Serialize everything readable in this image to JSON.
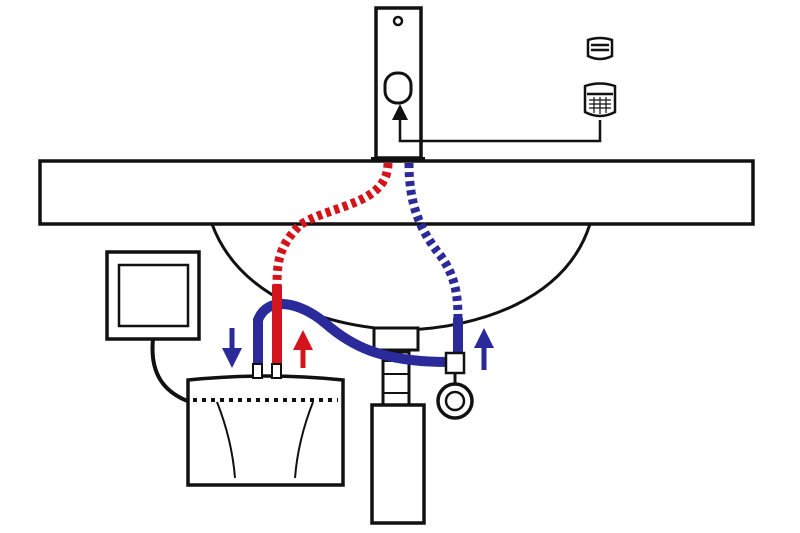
{
  "colors": {
    "background": "#ffffff",
    "outline": "#111111",
    "hot": "#d4141c",
    "cold": "#2a2a9a",
    "fill": "#ffffff"
  },
  "components": [
    {
      "id": "faucet",
      "icon": "sensor-faucet-icon"
    },
    {
      "id": "aerator-top",
      "icon": "aerator-icon"
    },
    {
      "id": "aerator-bottom",
      "icon": "aerator-mesh-icon"
    },
    {
      "id": "countertop",
      "icon": "countertop-slab"
    },
    {
      "id": "basin",
      "icon": "basin-bowl"
    },
    {
      "id": "power-supply",
      "icon": "power-box-icon"
    },
    {
      "id": "water-heater",
      "icon": "instant-water-heater-icon"
    },
    {
      "id": "drain-trap",
      "icon": "siphon-drain-icon"
    },
    {
      "id": "angle-valve",
      "icon": "angle-stop-valve-icon"
    }
  ],
  "flows": [
    {
      "id": "cold-supply",
      "color_key": "cold",
      "direction": "up"
    },
    {
      "id": "cold-to-heater",
      "color_key": "cold",
      "direction": "down"
    },
    {
      "id": "hot-to-faucet",
      "color_key": "hot",
      "direction": "up"
    }
  ]
}
